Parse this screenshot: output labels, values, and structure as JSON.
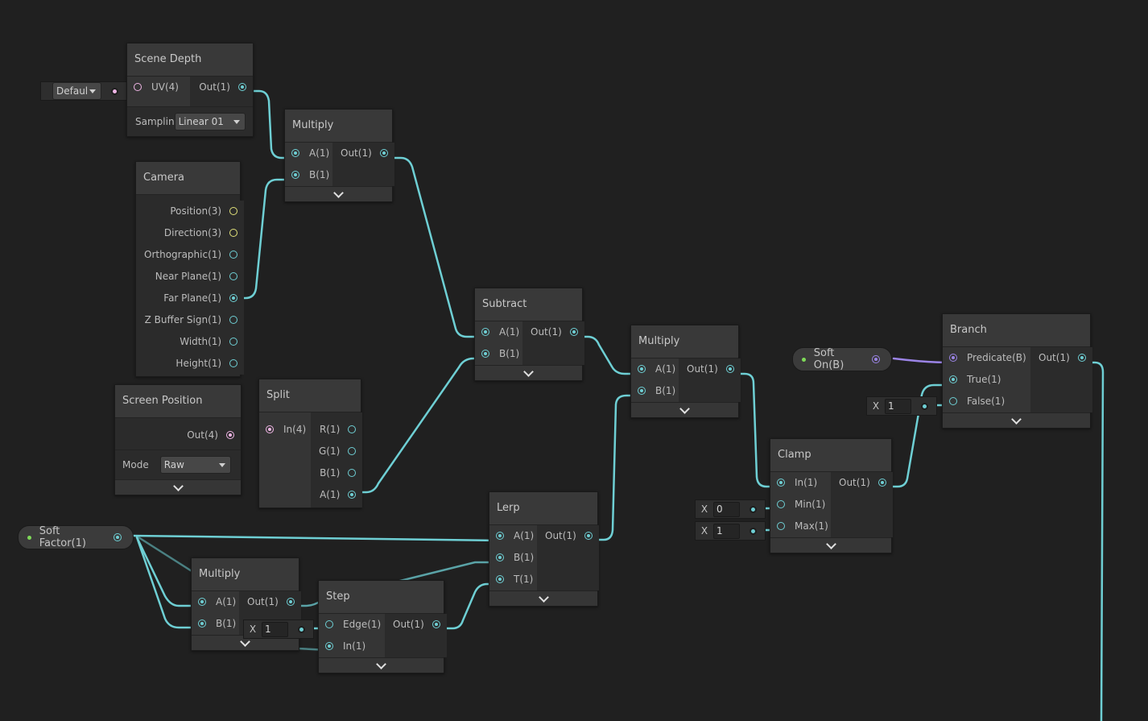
{
  "colors": {
    "background": "#202020",
    "float_port": "#6ecfd4",
    "vector3_port": "#e2e27a",
    "vector4_port": "#f0b6e6",
    "boolean_port": "#9b84e6",
    "property_dot": "#7ed958"
  },
  "nodes": {
    "scene_depth": {
      "title": "Scene Depth",
      "inputs": [
        "UV(4)"
      ],
      "outputs": [
        "Out(1)"
      ],
      "sampling_label": "Samplin",
      "sampling_value": "Linear 01",
      "uv_default": "Defaul"
    },
    "multiply_top": {
      "title": "Multiply",
      "inputs": [
        "A(1)",
        "B(1)"
      ],
      "outputs": [
        "Out(1)"
      ]
    },
    "camera": {
      "title": "Camera",
      "outputs": [
        "Position(3)",
        "Direction(3)",
        "Orthographic(1)",
        "Near Plane(1)",
        "Far Plane(1)",
        "Z Buffer Sign(1)",
        "Width(1)",
        "Height(1)"
      ]
    },
    "screen_position": {
      "title": "Screen Position",
      "outputs": [
        "Out(4)"
      ],
      "mode_label": "Mode",
      "mode_value": "Raw"
    },
    "split": {
      "title": "Split",
      "inputs": [
        "In(4)"
      ],
      "outputs": [
        "R(1)",
        "G(1)",
        "B(1)",
        "A(1)"
      ]
    },
    "subtract": {
      "title": "Subtract",
      "inputs": [
        "A(1)",
        "B(1)"
      ],
      "outputs": [
        "Out(1)"
      ]
    },
    "multiply_mid": {
      "title": "Multiply",
      "inputs": [
        "A(1)",
        "B(1)"
      ],
      "outputs": [
        "Out(1)"
      ]
    },
    "clamp": {
      "title": "Clamp",
      "inputs": [
        "In(1)",
        "Min(1)",
        "Max(1)"
      ],
      "outputs": [
        "Out(1)"
      ],
      "min_default": "0",
      "max_default": "1"
    },
    "branch": {
      "title": "Branch",
      "inputs": [
        "Predicate(B)",
        "True(1)",
        "False(1)"
      ],
      "outputs": [
        "Out(1)"
      ],
      "false_default": "1"
    },
    "lerp": {
      "title": "Lerp",
      "inputs": [
        "A(1)",
        "B(1)",
        "T(1)"
      ],
      "outputs": [
        "Out(1)"
      ]
    },
    "multiply_bottom": {
      "title": "Multiply",
      "inputs": [
        "A(1)",
        "B(1)"
      ],
      "outputs": [
        "Out(1)"
      ]
    },
    "step": {
      "title": "Step",
      "inputs": [
        "Edge(1)",
        "In(1)"
      ],
      "outputs": [
        "Out(1)"
      ],
      "edge_default": "1"
    }
  },
  "properties": {
    "soft_factor": "Soft Factor(1)",
    "soft_on": "Soft On(B)"
  },
  "field_label_x": "X"
}
